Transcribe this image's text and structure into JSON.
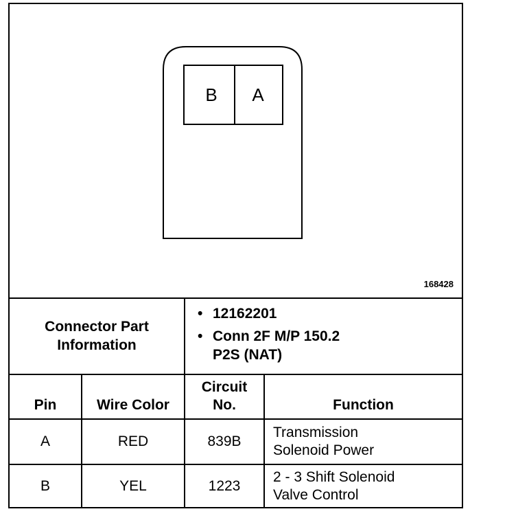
{
  "figure": {
    "pin_labels": [
      "B",
      "A"
    ],
    "figure_id": "168428"
  },
  "connector_info": {
    "label_line1": "Connector Part",
    "label_line2": "Information",
    "items": [
      {
        "line1": "12162201",
        "line2": ""
      },
      {
        "line1": "Conn 2F M/P 150.2",
        "line2": "P2S (NAT)"
      }
    ]
  },
  "table": {
    "headers": {
      "pin": "Pin",
      "wire_color": "Wire Color",
      "circuit_line1": "Circuit",
      "circuit_line2": "No.",
      "function": "Function"
    },
    "rows": [
      {
        "pin": "A",
        "wire_color": "RED",
        "circuit": "839B",
        "function_line1": "Transmission",
        "function_line2": "Solenoid Power"
      },
      {
        "pin": "B",
        "wire_color": "YEL",
        "circuit": "1223",
        "function_line1": "2 - 3 Shift Solenoid",
        "function_line2": "Valve Control"
      }
    ]
  }
}
